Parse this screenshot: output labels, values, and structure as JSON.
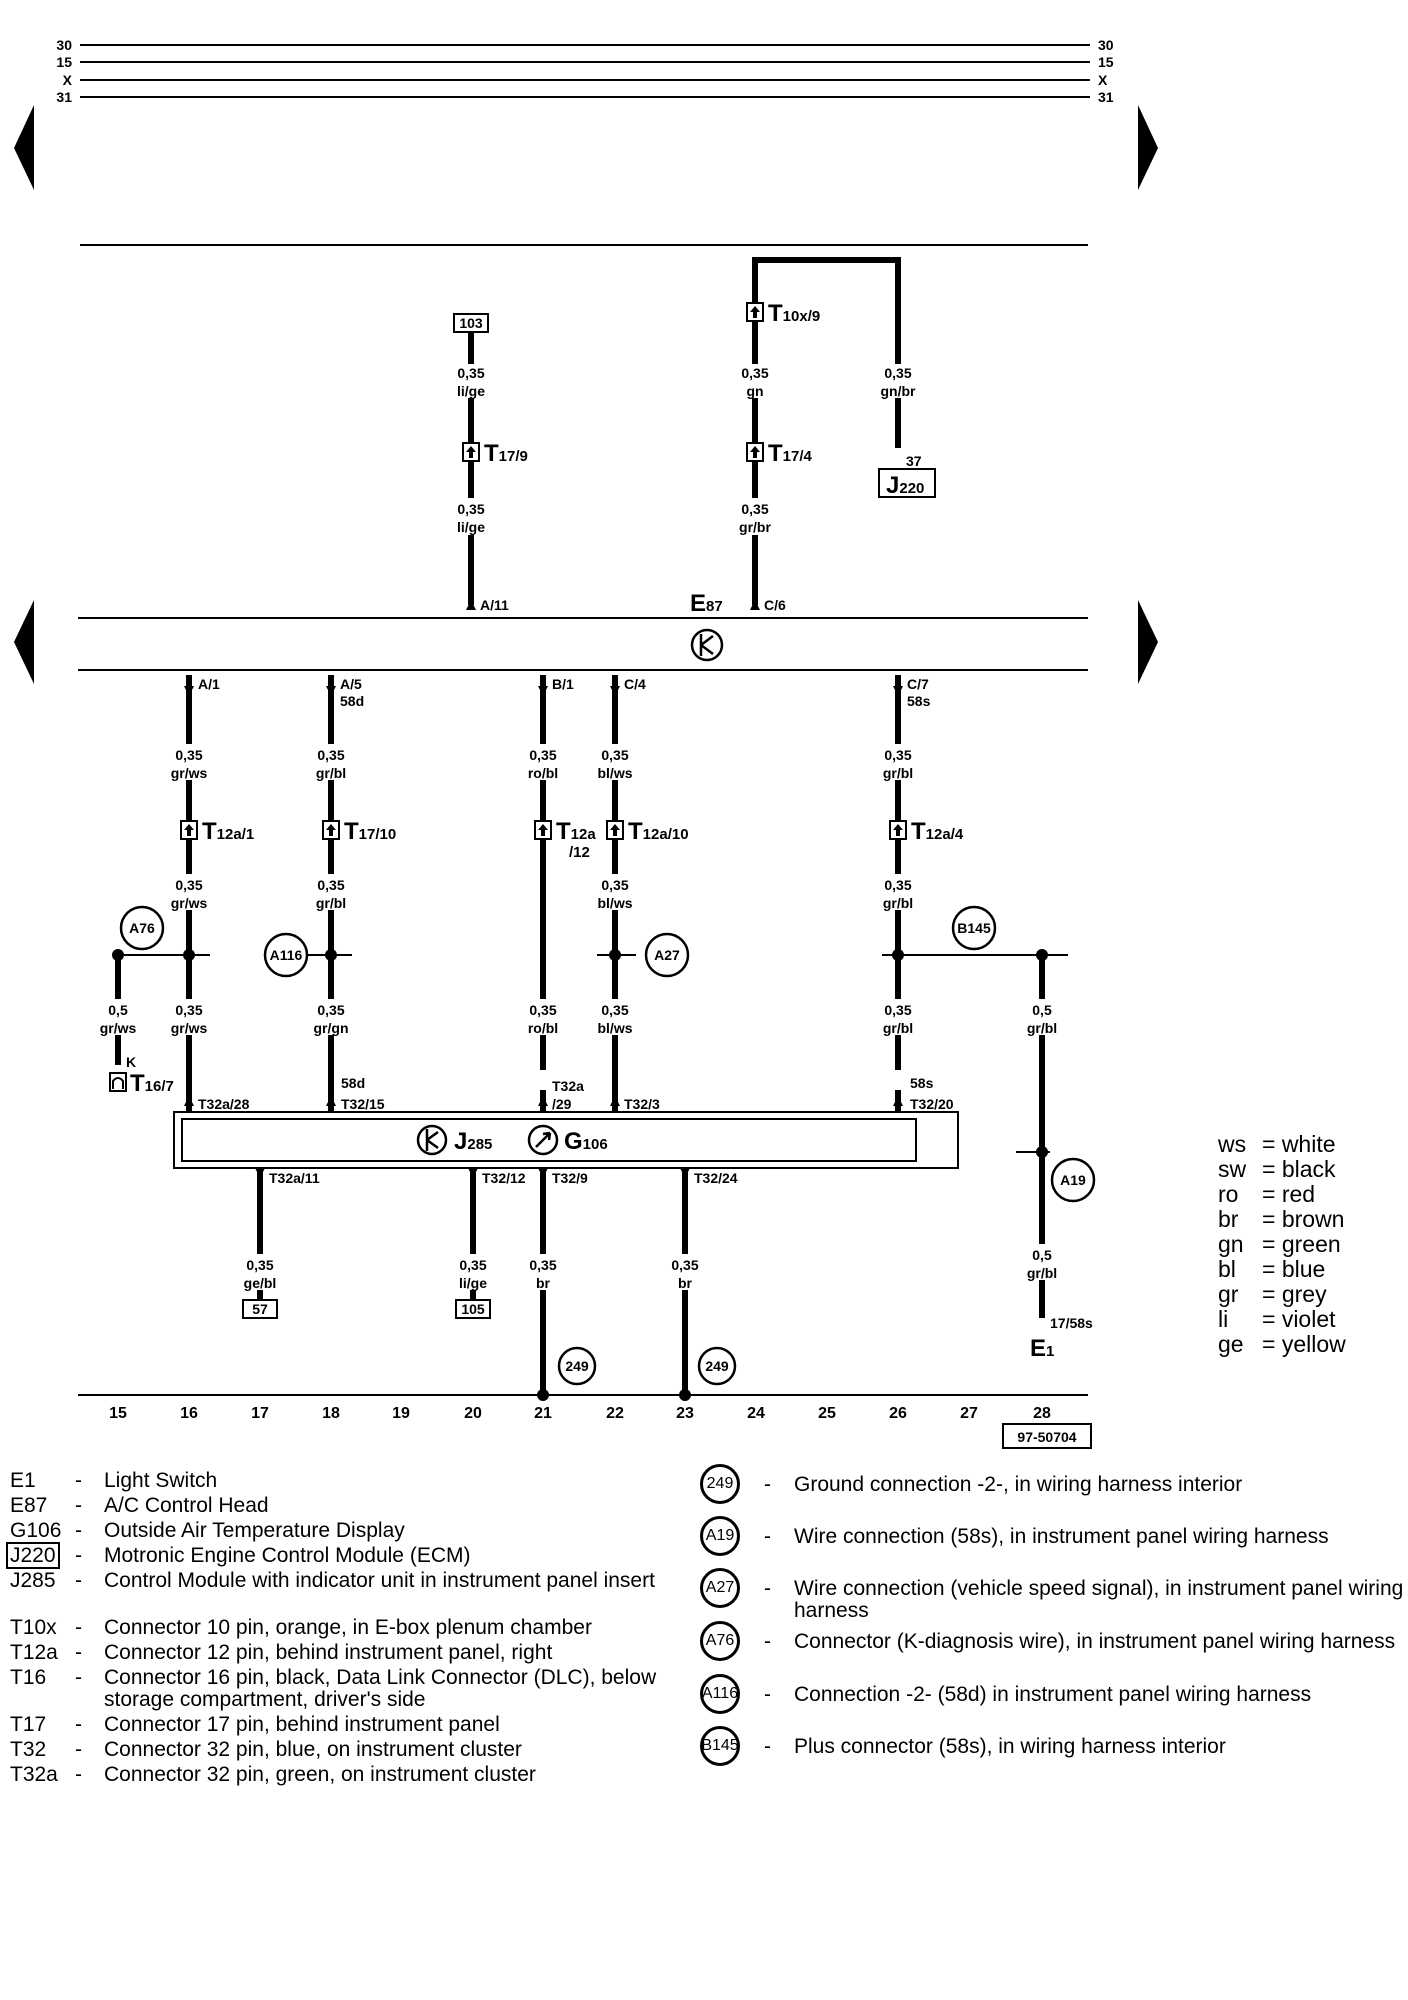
{
  "bus_lines": {
    "labels": [
      "30",
      "15",
      "X",
      "31"
    ]
  },
  "components": {
    "E87": {
      "name": "E",
      "sub": "87"
    },
    "J285": {
      "name": "J",
      "sub": "285"
    },
    "G106": {
      "name": "G",
      "sub": "106"
    },
    "J220": {
      "name": "J",
      "sub": "220"
    },
    "E1": {
      "name": "E",
      "sub": "1"
    }
  },
  "wires_top": [
    {
      "label": "0,35",
      "color": "li/ge",
      "upper": true
    },
    {
      "label": "0,35",
      "color": "li/ge",
      "upper": false
    },
    {
      "label": "0,35",
      "color": "gn",
      "upper": true
    },
    {
      "label": "0,35",
      "color": "gr/br",
      "upper": false
    },
    {
      "label": "0,35",
      "color": "gn/br",
      "upper": true
    }
  ],
  "ref_boxes": [
    "103",
    "57",
    "105"
  ],
  "connectors_top": [
    {
      "name": "T",
      "sub": "10x/9"
    },
    {
      "name": "T",
      "sub": "17/9"
    },
    {
      "name": "T",
      "sub": "17/4"
    }
  ],
  "e87_pins_top": [
    "A/11",
    "C/6"
  ],
  "j220_pin": "37",
  "e87_pins_bottom": [
    "A/1",
    "A/5",
    "58d",
    "B/1",
    "C/4",
    "C/7",
    "58s"
  ],
  "connectors_mid": [
    {
      "name": "T",
      "sub": "12a/1"
    },
    {
      "name": "T",
      "sub": "17/10"
    },
    {
      "name": "T",
      "sub": "12a"
    },
    {
      "name": "",
      "sub": "/12"
    },
    {
      "name": "T",
      "sub": "12a/10"
    },
    {
      "name": "T",
      "sub": "12a/4"
    },
    {
      "name": "T",
      "sub": "16/7"
    }
  ],
  "k_label": "K",
  "wire_labels_mid": {
    "w16a": [
      "0,35",
      "gr/ws"
    ],
    "w16b": [
      "0,35",
      "gr/ws"
    ],
    "w16c": [
      "0,35",
      "gr/ws"
    ],
    "w18a": [
      "0,35",
      "gr/bl"
    ],
    "w18b": [
      "0,35",
      "gr/bl"
    ],
    "w18c": [
      "0,35",
      "gr/gn"
    ],
    "w21a": [
      "0,35",
      "ro/bl"
    ],
    "w21c": [
      "0,35",
      "ro/bl"
    ],
    "w22a": [
      "0,35",
      "bl/ws"
    ],
    "w22b": [
      "0,35",
      "bl/ws"
    ],
    "w22c": [
      "0,35",
      "bl/ws"
    ],
    "w26a": [
      "0,35",
      "gr/bl"
    ],
    "w26b": [
      "0,35",
      "gr/bl"
    ],
    "w26c": [
      "0,35",
      "gr/bl"
    ],
    "w15": [
      "0,5",
      "gr/ws"
    ],
    "w28a": [
      "0,5",
      "gr/bl"
    ],
    "w28b": [
      "0,5",
      "gr/bl"
    ]
  },
  "j285_pins_top": [
    "T32a/28",
    "58d",
    "T32/15",
    "T32a",
    "/29",
    "T32/3",
    "58s",
    "T32/20"
  ],
  "j285_pins_bottom": [
    "T32a/11",
    "T32/12",
    "T32/9",
    "T32/24"
  ],
  "wire_labels_bottom": {
    "w17": [
      "0,35",
      "ge/bl"
    ],
    "w20": [
      "0,35",
      "li/ge"
    ],
    "w21": [
      "0,35",
      "br"
    ],
    "w23": [
      "0,35",
      "br"
    ]
  },
  "e1_pin": "17/58s",
  "circles": [
    "A76",
    "A116",
    "A27",
    "B145",
    "A19",
    "249",
    "249"
  ],
  "tracks": [
    "15",
    "16",
    "17",
    "18",
    "19",
    "20",
    "21",
    "22",
    "23",
    "24",
    "25",
    "26",
    "27",
    "28"
  ],
  "drawing_id": "97-50704",
  "color_key": [
    {
      "abbr": "ws",
      "name": "= white"
    },
    {
      "abbr": "sw",
      "name": "= black"
    },
    {
      "abbr": "ro",
      "name": "= red"
    },
    {
      "abbr": "br",
      "name": "= brown"
    },
    {
      "abbr": "gn",
      "name": "= green"
    },
    {
      "abbr": "bl",
      "name": "= blue"
    },
    {
      "abbr": "gr",
      "name": "= grey"
    },
    {
      "abbr": "li",
      "name": "= violet"
    },
    {
      "abbr": "ge",
      "name": "= yellow"
    }
  ],
  "legend_components": [
    {
      "code": "E1",
      "desc": "Light Switch"
    },
    {
      "code": "E87",
      "desc": "A/C Control Head"
    },
    {
      "code": "G106",
      "desc": "Outside Air Temperature Display"
    },
    {
      "code": "J220",
      "desc": "Motronic Engine Control Module (ECM)",
      "boxed": true
    },
    {
      "code": "J285",
      "desc": "Control Module with indicator unit in instrument panel insert"
    },
    {
      "code": "T10x",
      "desc": "Connector 10 pin, orange, in E-box plenum chamber"
    },
    {
      "code": "T12a",
      "desc": "Connector 12 pin, behind instrument panel, right"
    },
    {
      "code": "T16",
      "desc": "Connector 16 pin, black, Data Link Connector (DLC), below storage compartment, driver's side"
    },
    {
      "code": "T17",
      "desc": "Connector 17 pin, behind instrument panel"
    },
    {
      "code": "T32",
      "desc": "Connector 32 pin, blue, on instrument cluster"
    },
    {
      "code": "T32a",
      "desc": "Connector 32 pin, green, on instrument cluster"
    }
  ],
  "legend_connections": [
    {
      "code": "249",
      "desc": "Ground connection -2-, in wiring harness interior"
    },
    {
      "code": "A19",
      "desc": "Wire connection (58s), in instrument panel wiring harness"
    },
    {
      "code": "A27",
      "desc": "Wire connection (vehicle speed signal), in instrument panel wiring harness"
    },
    {
      "code": "A76",
      "desc": "Connector (K-diagnosis wire), in instrument panel wiring harness"
    },
    {
      "code": "A116",
      "desc": "Connection -2- (58d) in instrument panel wiring harness"
    },
    {
      "code": "B145",
      "desc": "Plus connector (58s), in wiring harness interior"
    }
  ]
}
